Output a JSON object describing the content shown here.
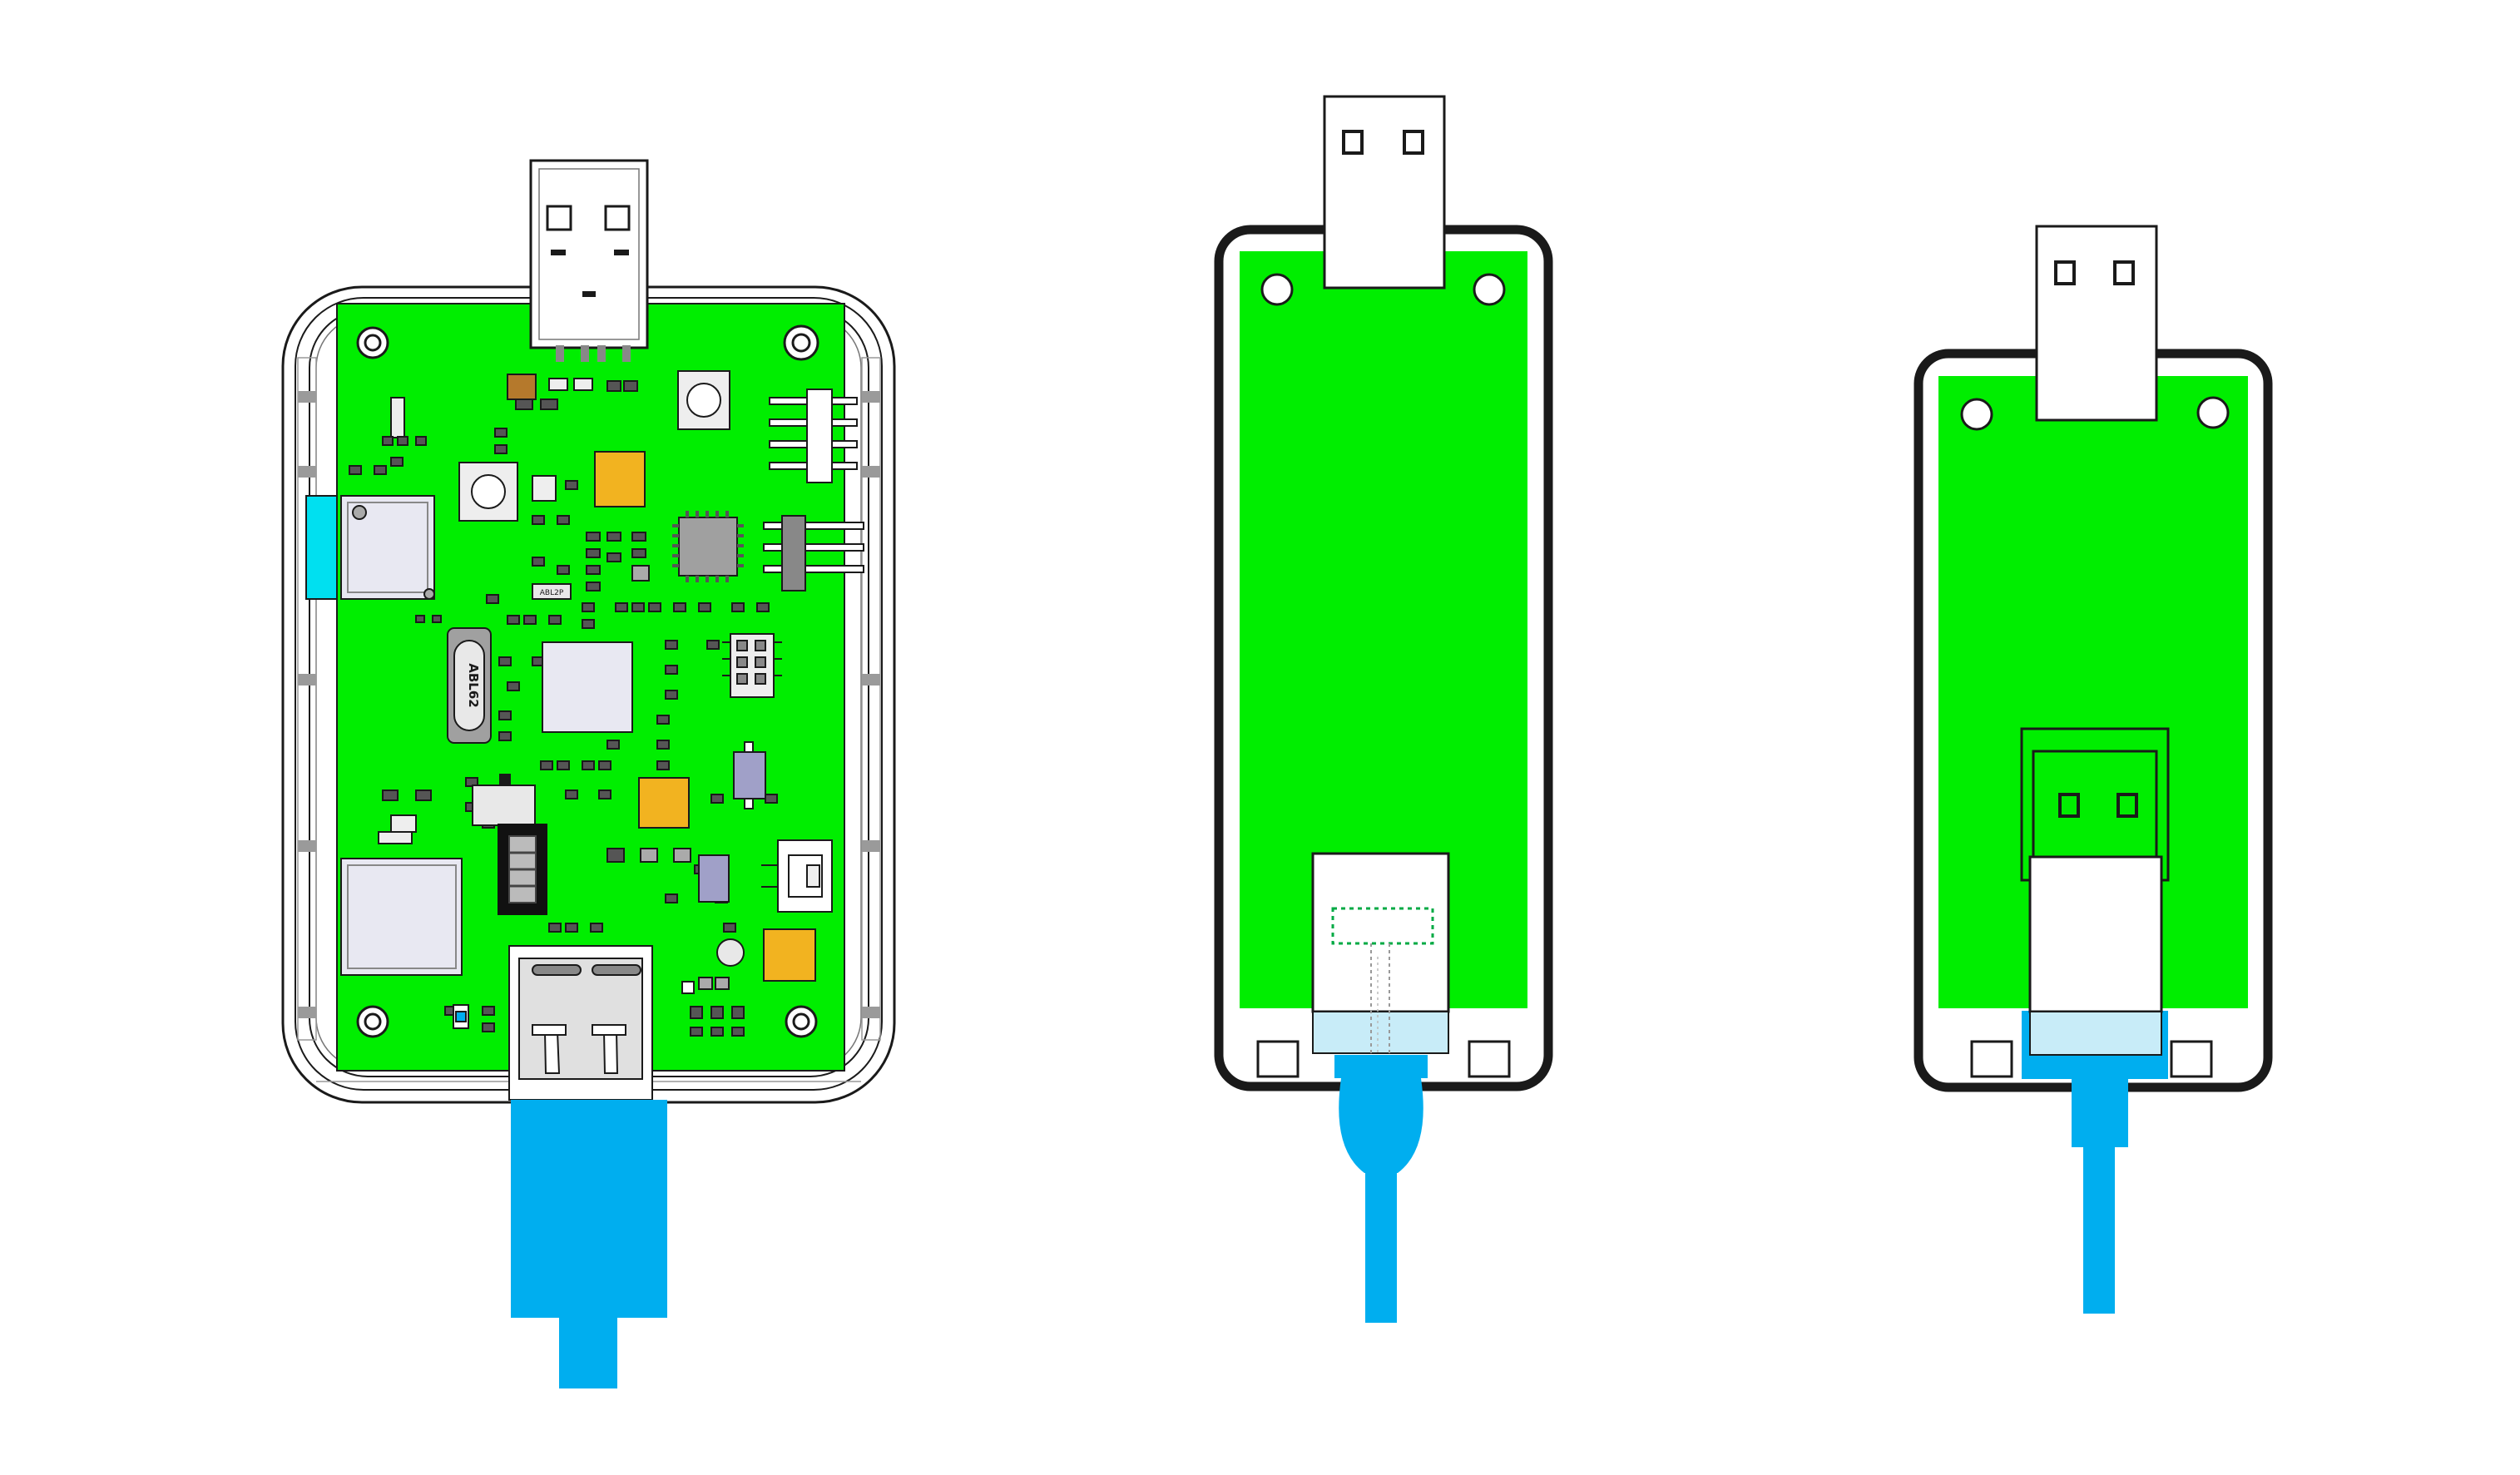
{
  "colors": {
    "pcb": "#00ee00",
    "cable": "#00aeef",
    "cable_light": "#c8ecf8",
    "outline": "#1a1a1a",
    "pad": "#f2b320",
    "chip": "#a0a0a0",
    "chip_light": "#e8e8f2",
    "side_window": "#00e0f0",
    "background": "#ffffff"
  },
  "panels": [
    {
      "id": "detailed-pcb-view"
    },
    {
      "id": "simplified-pcb-side-connector"
    },
    {
      "id": "simplified-pcb-inserted-connector"
    }
  ],
  "labels": {
    "crystal": "ABL62",
    "small_chip": "ABL2P"
  },
  "icons": [
    "usb-a-plug-icon",
    "cable-icon",
    "mounting-hole-icon"
  ]
}
